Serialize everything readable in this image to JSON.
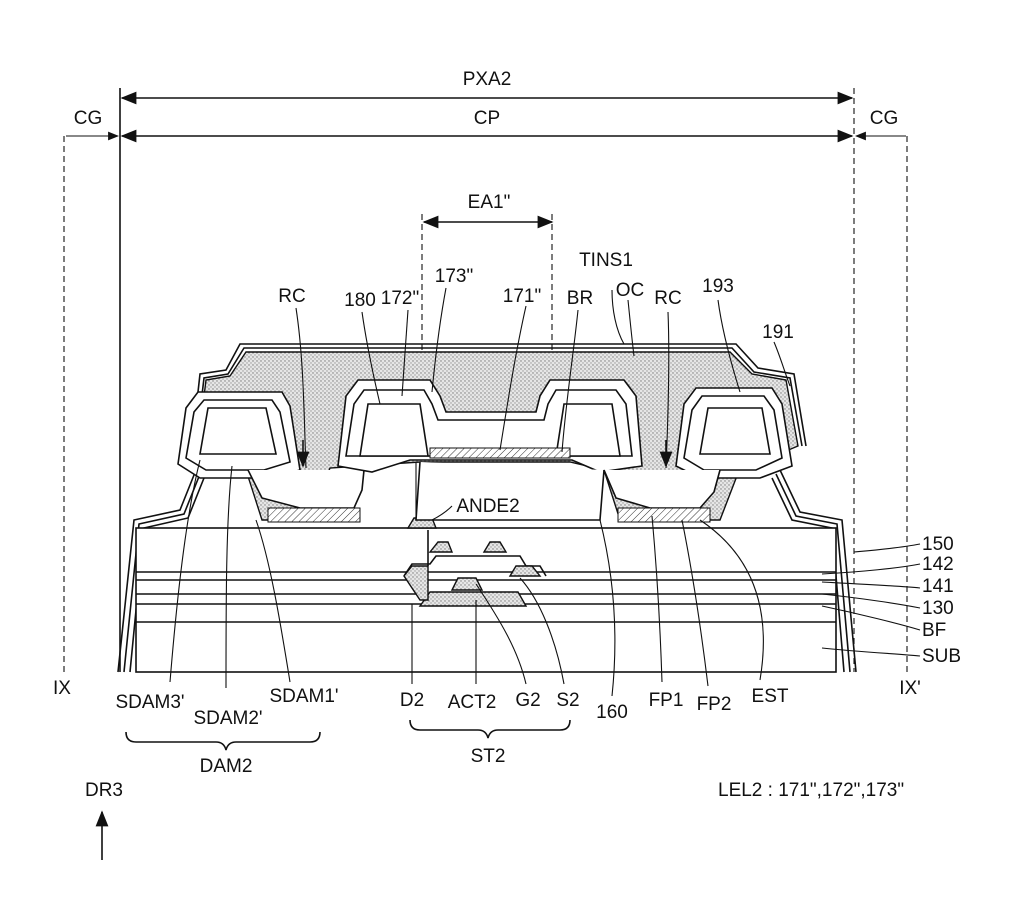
{
  "figure": {
    "dimensions": {
      "pxa2": "PXA2",
      "cp": "CP",
      "cg_left": "CG",
      "cg_right": "CG",
      "ea1": "EA1\""
    },
    "section": {
      "left": "IX",
      "right": "IX'"
    },
    "top_labels": {
      "rc_left": "RC",
      "n180": "180",
      "n172": "172\"",
      "n173": "173\"",
      "n171": "171\"",
      "br": "BR",
      "tins1": "TINS1",
      "oc": "OC",
      "rc_right": "RC",
      "n193": "193",
      "n191": "191",
      "ande2": "ANDE2"
    },
    "right_labels": [
      "150",
      "142",
      "141",
      "130",
      "BF",
      "SUB"
    ],
    "bottom_labels": {
      "sdam3": "SDAM3'",
      "sdam2": "SDAM2'",
      "sdam1": "SDAM1'",
      "d2": "D2",
      "act2": "ACT2",
      "g2": "G2",
      "s2": "S2",
      "n160": "160",
      "fp1": "FP1",
      "fp2": "FP2",
      "est": "EST"
    },
    "groups": {
      "dam2": "DAM2",
      "st2": "ST2"
    },
    "direction": "DR3",
    "legend": "LEL2 : 171\",172\",173\""
  }
}
